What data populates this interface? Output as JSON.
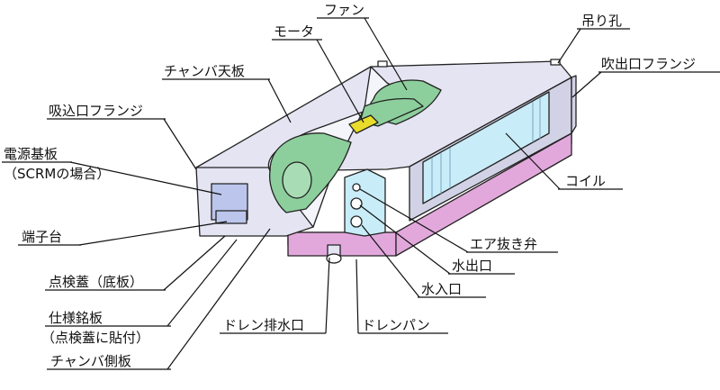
{
  "labels": {
    "fan": "ファン",
    "hanger_hole": "吊り孔",
    "motor": "モータ",
    "outlet_flange": "吹出口フランジ",
    "chamber_top": "チャンバ天板",
    "inlet_flange": "吸込口フランジ",
    "power_board": "電源基板",
    "power_board_note": "（SCRMの場合）",
    "coil": "コイル",
    "terminal_block": "端子台",
    "air_vent": "エア抜き弁",
    "water_outlet": "水出口",
    "inspection_lid": "点検蓋（底板）",
    "water_inlet": "水入口",
    "nameplate": "仕様銘板",
    "nameplate_note": "（点検蓋に貼付）",
    "drain_outlet": "ドレン排水口",
    "drain_pan": "ドレンパン",
    "chamber_side": "チャンバ側板"
  },
  "colors": {
    "casing": "#e4e4f2",
    "casing_dark": "#d2d2e6",
    "fan_green": "#8ccf9c",
    "motor_yellow": "#e9dc2a",
    "coil_blue": "#c8ecf8",
    "drain_pan": "#e2a8dc",
    "board_blue": "#bcc6ec",
    "line": "#222222"
  }
}
